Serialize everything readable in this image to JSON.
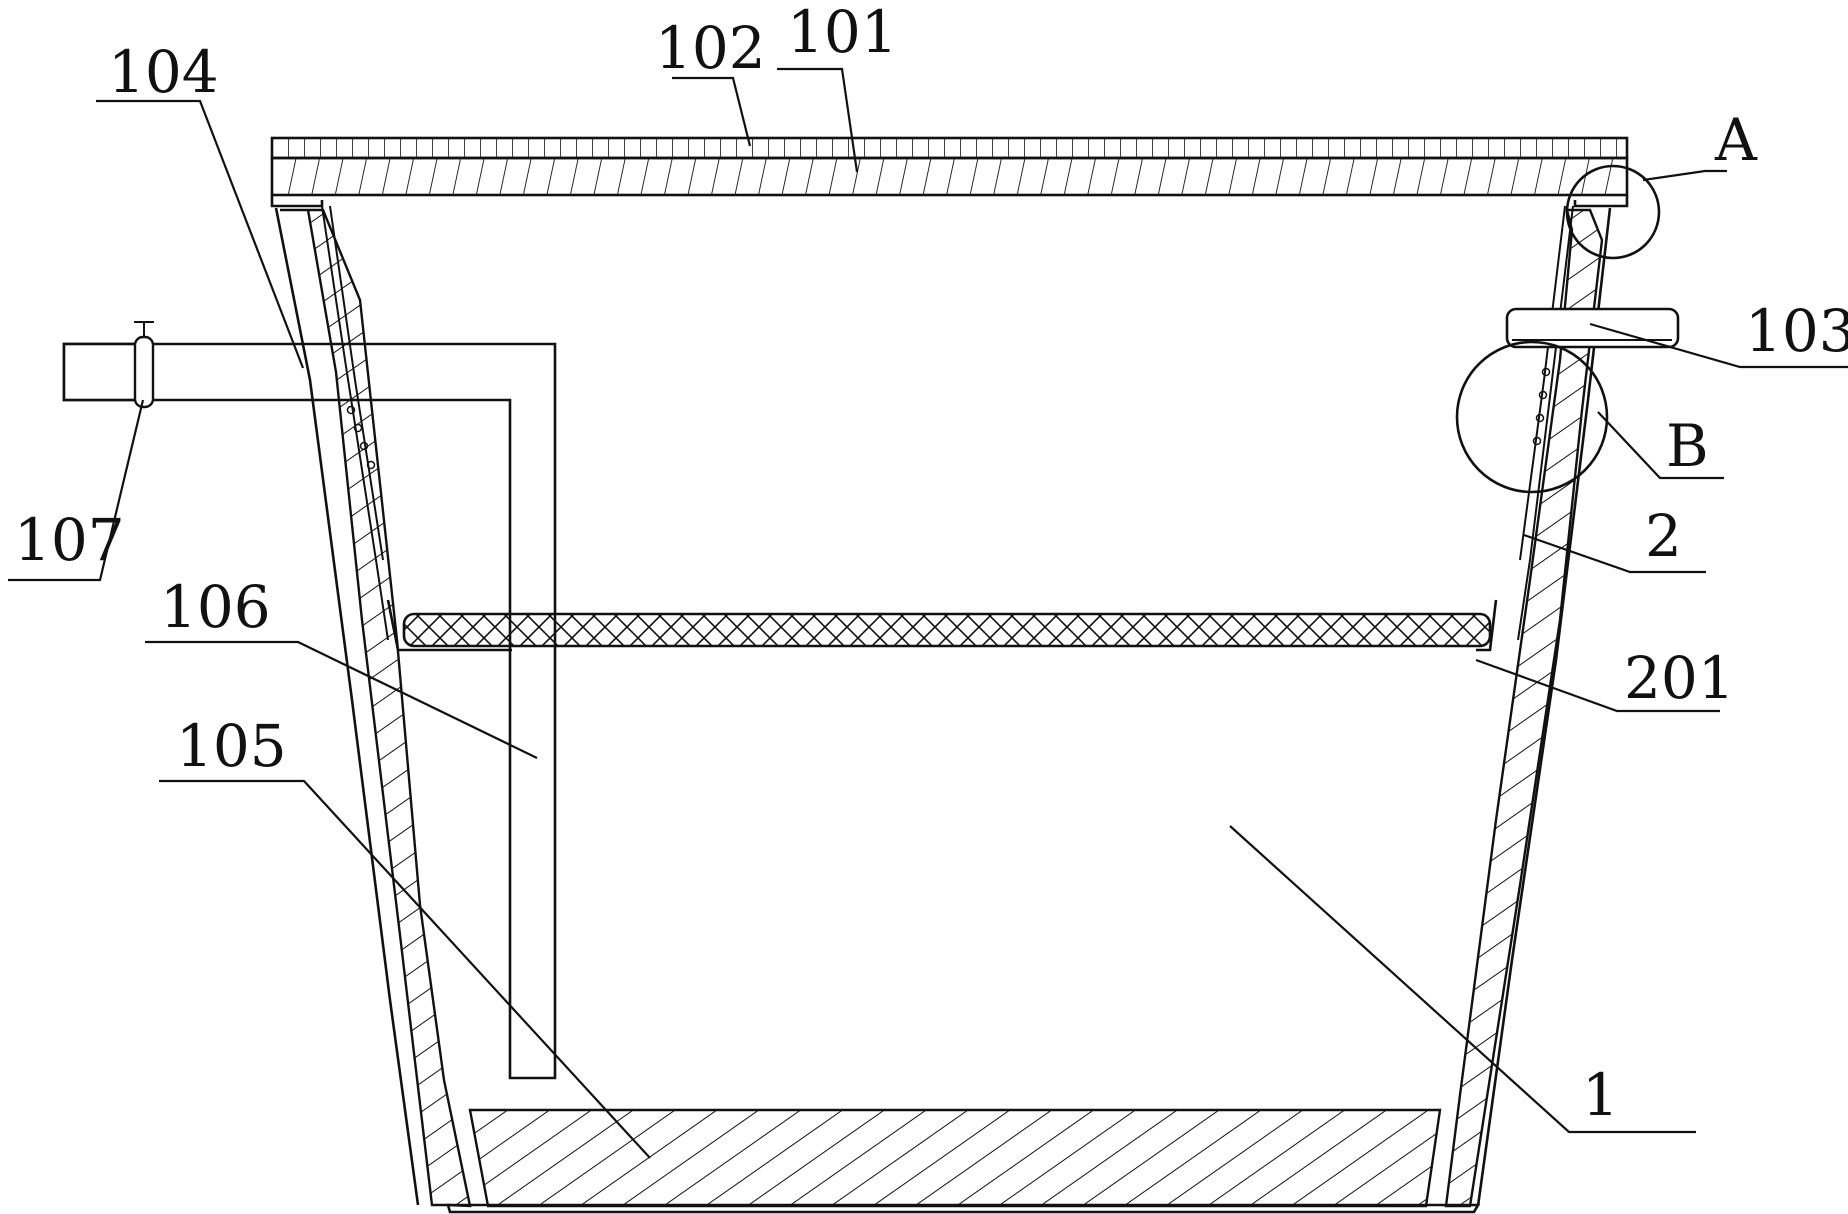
{
  "labels": {
    "l102": "102",
    "l101": "101",
    "l104": "104",
    "lA": "A",
    "l103": "103",
    "lB": "B",
    "l107": "107",
    "l2": "2",
    "l106": "106",
    "l201": "201",
    "l105": "105",
    "l1": "1"
  }
}
